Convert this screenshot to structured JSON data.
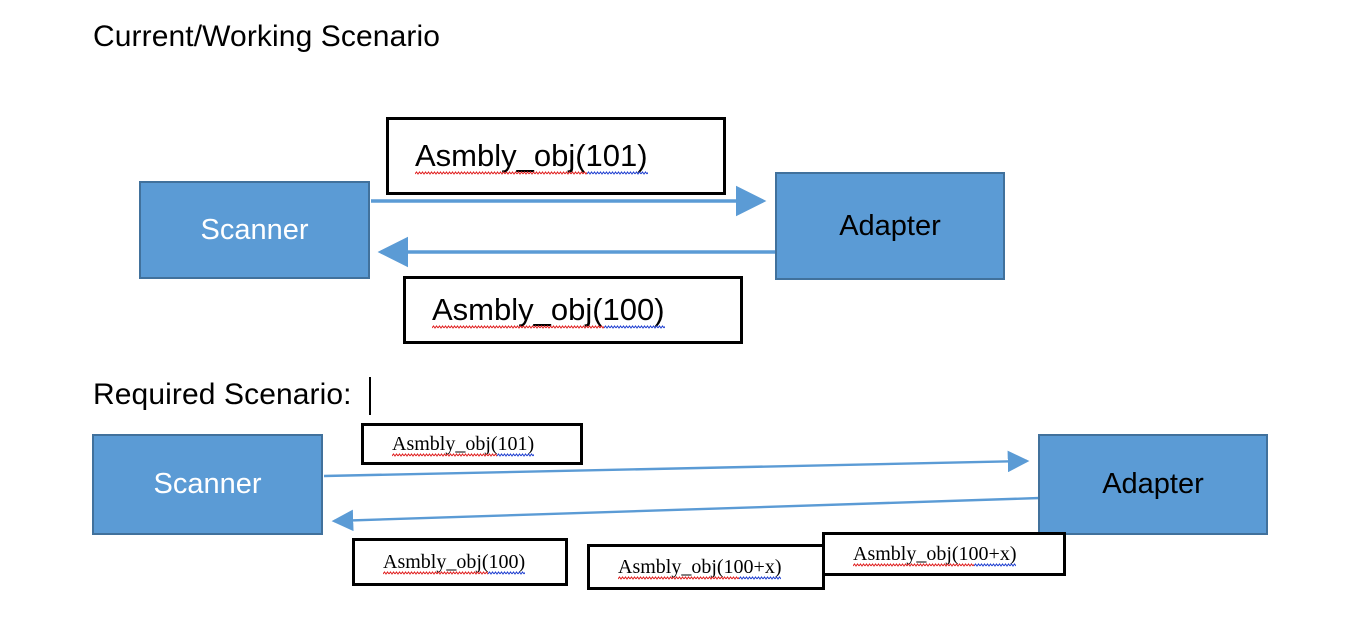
{
  "sections": {
    "current": {
      "heading": "Current/Working Scenario"
    },
    "required": {
      "heading": "Required Scenario:"
    }
  },
  "nodes": {
    "scanner_top": {
      "label": "Scanner"
    },
    "adapter_top": {
      "label": "Adapter"
    },
    "scanner_bottom": {
      "label": "Scanner"
    },
    "adapter_bottom": {
      "label": "Adapter"
    }
  },
  "captions": {
    "top_request": {
      "text": "Asmbly_obj(101)"
    },
    "top_response": {
      "text": "Asmbly_obj(100)"
    },
    "bottom_request": {
      "text": "Asmbly_obj(101)"
    },
    "bottom_response_1": {
      "text": "Asmbly_obj(100)"
    },
    "bottom_response_2": {
      "text": "Asmbly_obj(100+x)"
    },
    "bottom_response_3": {
      "text": "Asmbly_obj(100+x)"
    }
  },
  "colors": {
    "node_fill": "#5B9BD5",
    "node_border": "#41719C",
    "arrow": "#5B9BD5",
    "caption_border": "#000000",
    "text_light": "#ffffff",
    "text_dark": "#000000",
    "spellcheck_red": "#e02020",
    "spellcheck_blue": "#2040d0"
  },
  "arrows": {
    "top_forward": {
      "from": "scanner_top",
      "to": "adapter_top",
      "direction": "right"
    },
    "top_backward": {
      "from": "adapter_top",
      "to": "scanner_top",
      "direction": "left"
    },
    "bottom_forward": {
      "from": "scanner_bottom",
      "to": "adapter_bottom",
      "direction": "right"
    },
    "bottom_backward": {
      "from": "adapter_bottom",
      "to": "scanner_bottom",
      "direction": "left"
    }
  }
}
